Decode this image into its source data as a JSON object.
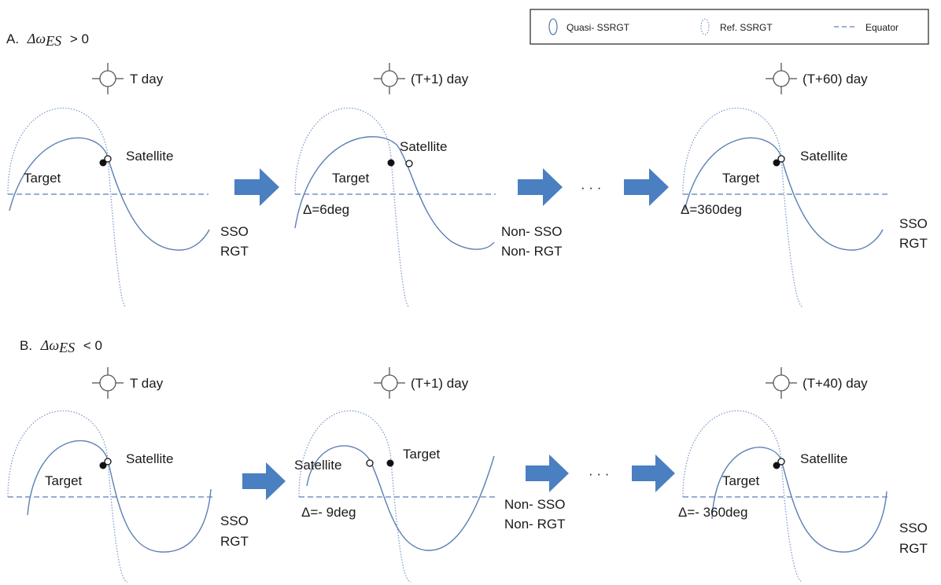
{
  "legend": {
    "quasi": "Quasi- SSRGT",
    "ref": "Ref. SSRGT",
    "equator": "Equator"
  },
  "colors": {
    "quasi_stroke": "#5b7fb3",
    "ref_stroke": "#7f9ccc",
    "equator_stroke": "#5b7fb3",
    "arrow_fill": "#4a7fc1",
    "text": "#1a1a1a"
  },
  "labels": {
    "satellite": "Satellite",
    "target": "Target",
    "ellipsis": "· · ·"
  },
  "rows": [
    {
      "id": "A",
      "heading_prefix": "A.",
      "heading_symbol": "Δω",
      "heading_subscript": "ES",
      "heading_relation": "> 0",
      "panels": [
        {
          "day": "T day",
          "delta": "",
          "status": [
            "SSO",
            "RGT"
          ]
        },
        {
          "day": "(T+1) day",
          "delta": "Δ=6deg",
          "status": [
            "Non- SSO",
            "Non- RGT"
          ]
        },
        {
          "day": "(T+60) day",
          "delta": "Δ=360deg",
          "status": [
            "SSO",
            "RGT"
          ]
        }
      ]
    },
    {
      "id": "B",
      "heading_prefix": "B.",
      "heading_symbol": "Δω",
      "heading_subscript": "ES",
      "heading_relation": "< 0",
      "panels": [
        {
          "day": "T day",
          "delta": "",
          "status": [
            "SSO",
            "RGT"
          ]
        },
        {
          "day": "(T+1) day",
          "delta": "Δ=- 9deg",
          "status": [
            "Non- SSO",
            "Non- RGT"
          ]
        },
        {
          "day": "(T+40) day",
          "delta": "Δ=- 360deg",
          "status": [
            "SSO",
            "RGT"
          ]
        }
      ]
    }
  ]
}
